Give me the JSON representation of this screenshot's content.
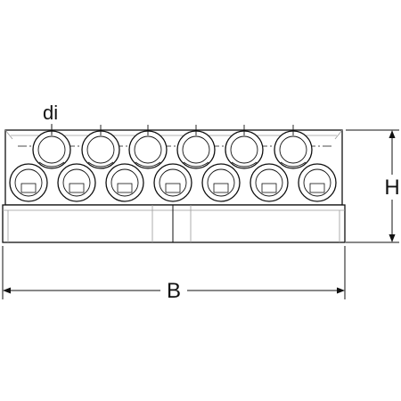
{
  "labels": {
    "inner_diameter": "di",
    "height": "H",
    "width": "B"
  },
  "colors": {
    "stroke": "#111111",
    "light_stroke": "#9a9a9a",
    "background": "#ffffff"
  },
  "manifold": {
    "back_row_outlets": 6,
    "front_row_outlets": 7
  }
}
